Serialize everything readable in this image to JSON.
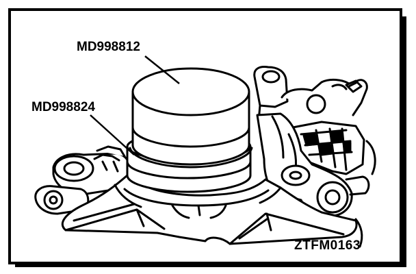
{
  "callouts": {
    "upper_tool": "MD998812",
    "lower_tool": "MD998824"
  },
  "figure_code": "ZTFM0163",
  "colors": {
    "ink": "#000000",
    "paper": "#ffffff"
  }
}
